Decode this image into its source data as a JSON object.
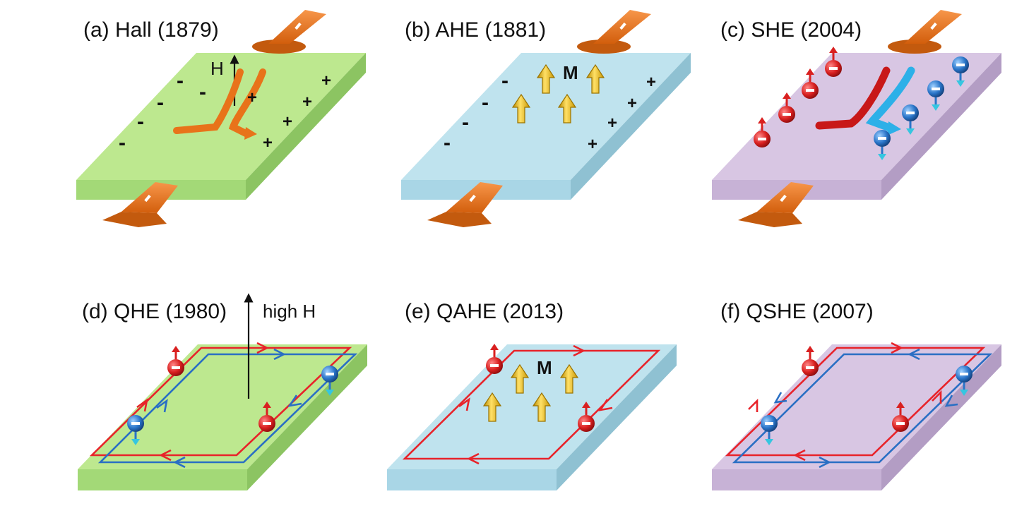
{
  "panels": [
    {
      "id": "a",
      "title": "(a) Hall (1879)"
    },
    {
      "id": "b",
      "title": "(b) AHE (1881)"
    },
    {
      "id": "c",
      "title": "(c) SHE (2004)"
    },
    {
      "id": "d",
      "title": "(d) QHE (1980)"
    },
    {
      "id": "e",
      "title": "(e) QAHE (2013)"
    },
    {
      "id": "f",
      "title": "(f) QSHE (2007)"
    }
  ],
  "labels": {
    "field": "H",
    "high_field": "high H",
    "magnetization": "M",
    "minus": "-",
    "plus": "+"
  },
  "colors": {
    "green_top": "#bde88f",
    "green_front": "#a3d977",
    "green_side": "#8cc462",
    "blue_top": "#bfe3ee",
    "blue_front": "#a9d6e6",
    "blue_side": "#8fc1d2",
    "purple_top": "#d8c6e3",
    "purple_front": "#c7b2d6",
    "purple_side": "#b39dc4",
    "spin_up": "#d92020",
    "spin_down": "#2a75c9",
    "edge_red": "#e8232a",
    "edge_blue": "#2a6fc4",
    "current": "#e8731a",
    "mag_arrow": "#f0c020"
  }
}
